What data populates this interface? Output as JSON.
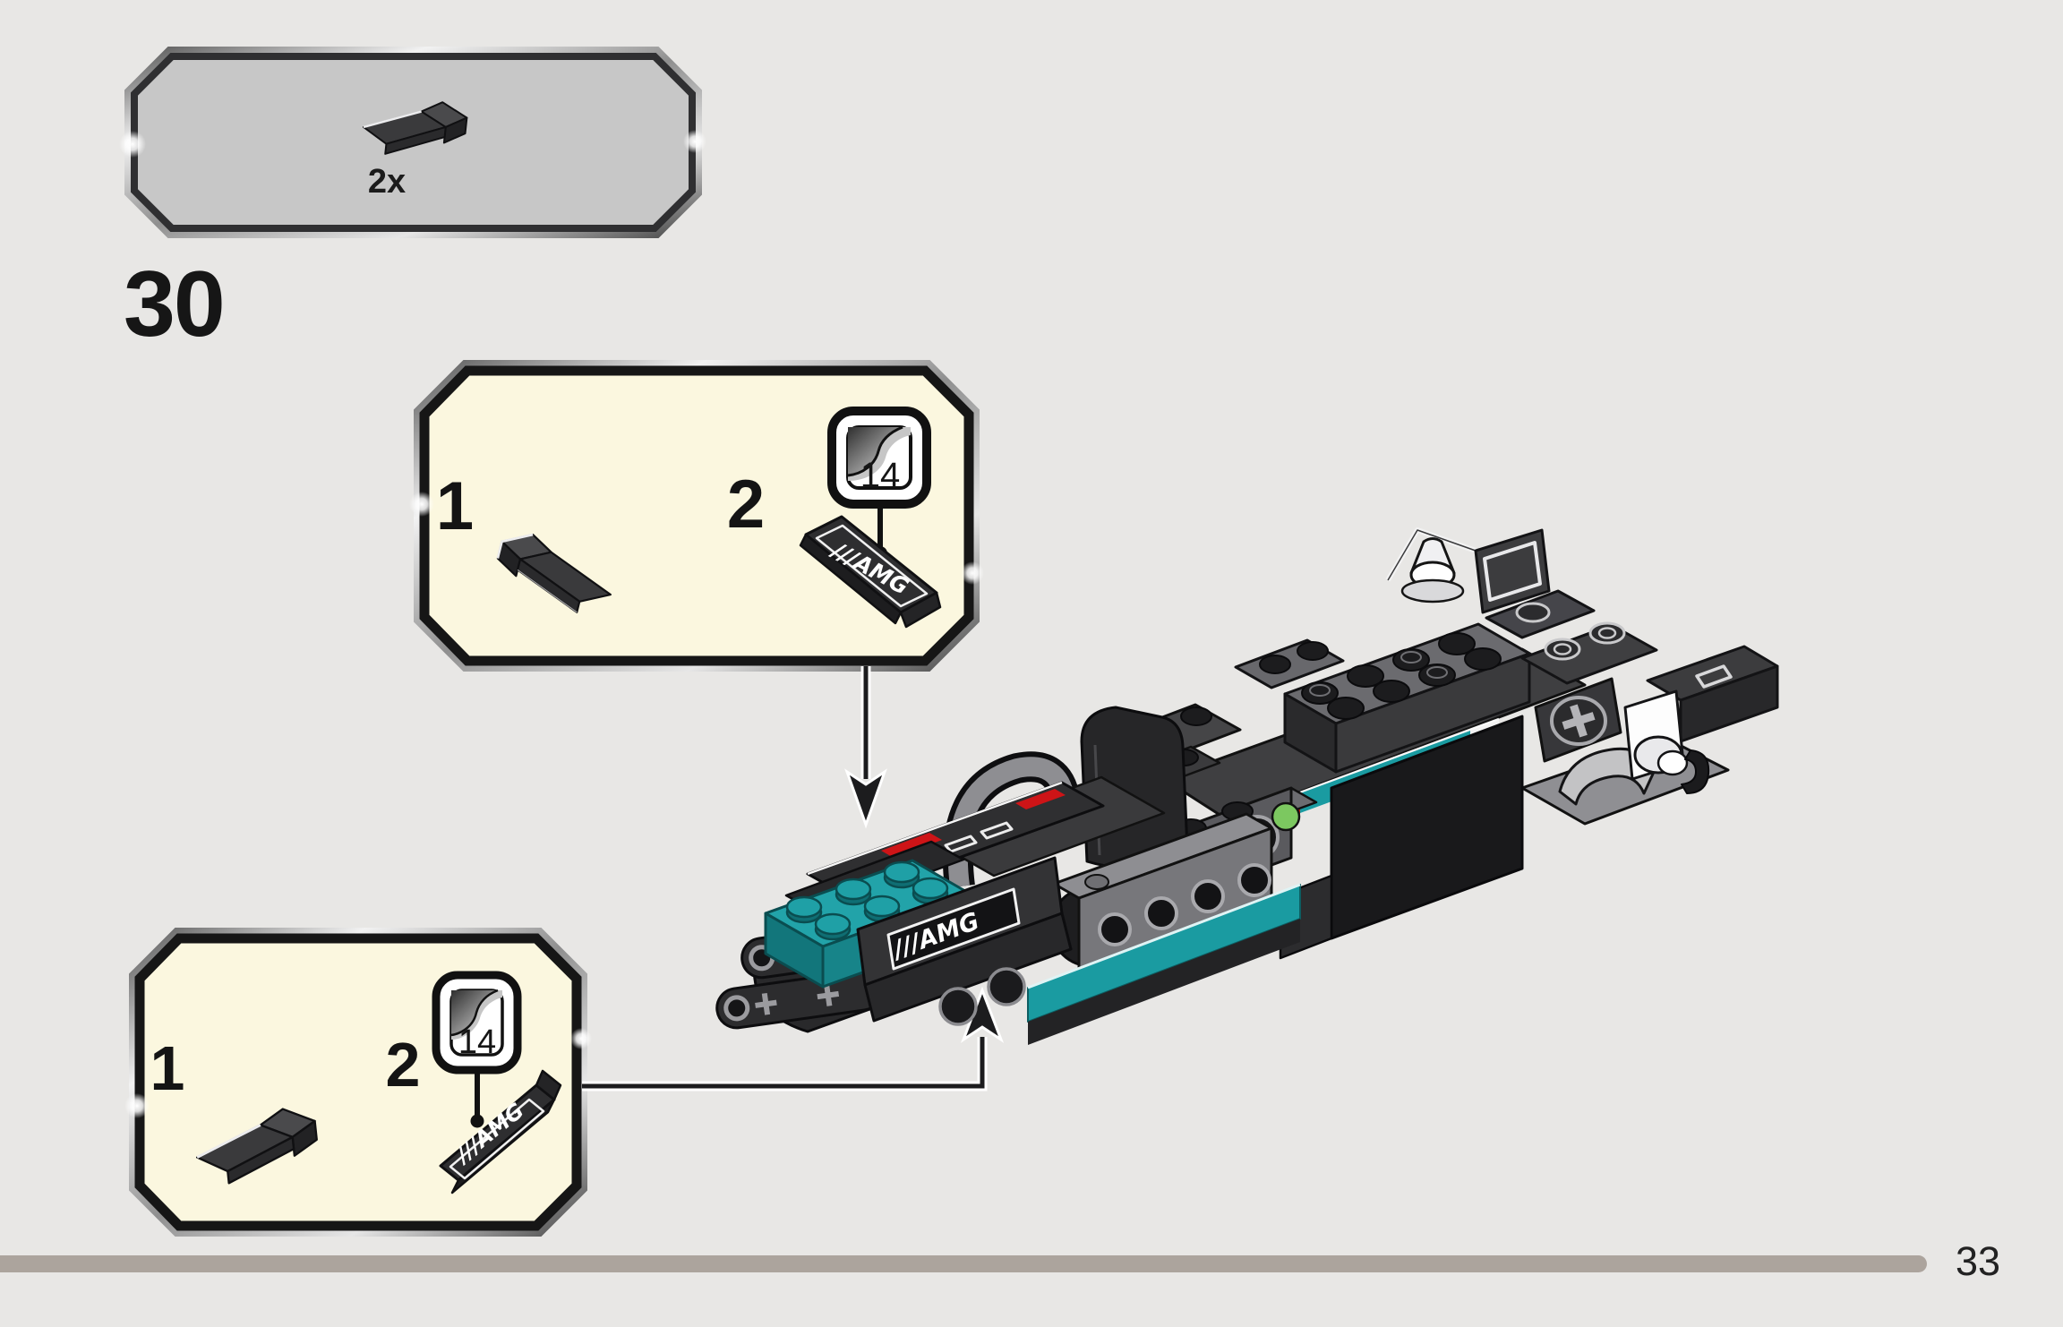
{
  "page": {
    "step_number": "30",
    "page_number": "33"
  },
  "parts_callout": {
    "quantity": "2x",
    "part": "slope-1x2-dark-gray-icon"
  },
  "sticker": {
    "logo": "///AMG"
  },
  "box_top": {
    "step1": "1",
    "step2": "2",
    "sticker_number": "14"
  },
  "box_bottom": {
    "step1": "1",
    "step2": "2",
    "sticker_number": "14"
  },
  "colors": {
    "background": "#E8E7E5",
    "callout_fill": "#C7C7C7",
    "substep_fill": "#FBF7DF",
    "teal": "#1A9BA1",
    "red": "#CE1417",
    "brick_dark": "#333335",
    "brick_gray": "#77777B",
    "divider": "#ACA49D"
  }
}
